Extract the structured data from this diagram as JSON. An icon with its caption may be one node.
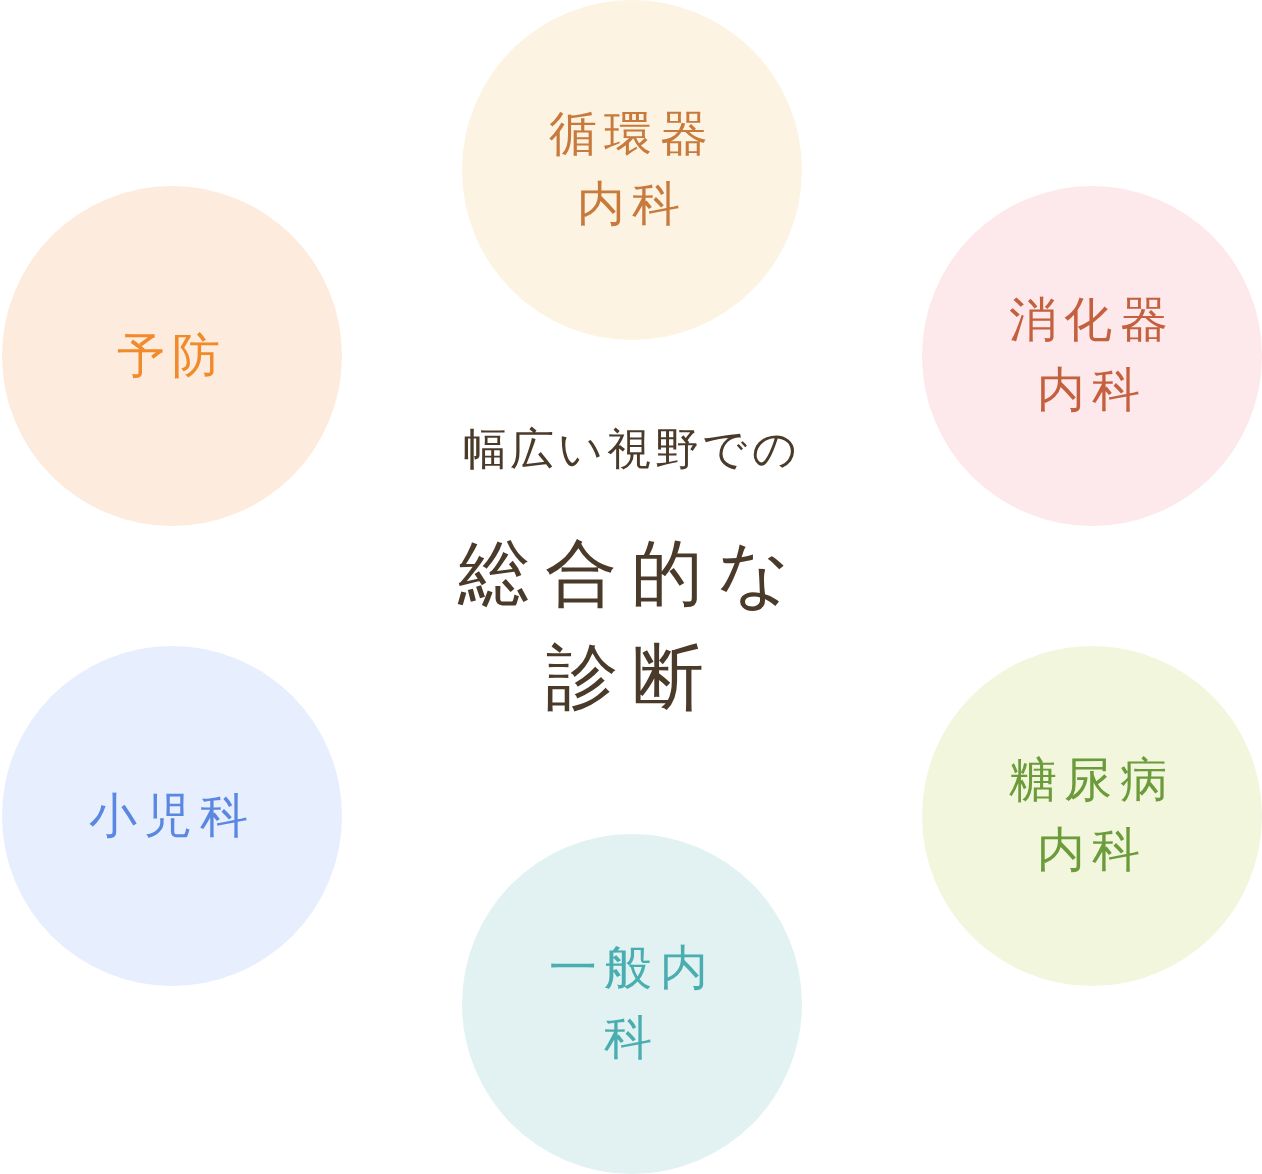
{
  "diagram": {
    "nodes": [
      {
        "text": [
          "循環器内科"
        ]
      },
      {
        "text": [
          "消化器内科"
        ]
      },
      {
        "text": [
          "糖尿病内科"
        ]
      },
      {
        "text": [
          "一般内科"
        ]
      },
      {
        "text": [
          "小児科"
        ]
      },
      {
        "text": [
          "予防"
        ]
      }
    ],
    "labels": [
      "幅広い視野での",
      "総合的な診断"
    ]
  }
}
